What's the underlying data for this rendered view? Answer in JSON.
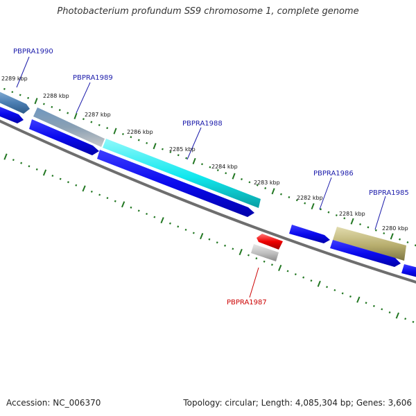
{
  "title": "Photobacterium profundum SS9 chromosome 1, complete genome",
  "footer": {
    "accession": "Accession: NC_006370",
    "summary": "Topology: circular; Length: 4,085,304 bp; Genes: 3,606"
  },
  "colors": {
    "backbone": "#777777",
    "tick": "#227722",
    "label_blue": "#1a1aaa",
    "label_red": "#cc0000",
    "cds": "#0a0aee",
    "highlight_cyan": "#11e8ee",
    "highlight_steel": "#4c7fb4",
    "highlight_olive": "#b8ae6e",
    "highlight_gray": "#bdbdbd",
    "highlight_red": "#ee0000"
  },
  "tick_labels": [
    "2289 kbp",
    "2288 kbp",
    "2287 kbp",
    "2286 kbp",
    "2285 kbp",
    "2284 kbp",
    "2283 kbp",
    "2282 kbp",
    "2281 kbp",
    "2280 kbp"
  ],
  "genes": [
    {
      "label": "PBPRA1990",
      "color": "blue"
    },
    {
      "label": "PBPRA1989",
      "color": "blue"
    },
    {
      "label": "PBPRA1988",
      "color": "blue"
    },
    {
      "label": "PBPRA1986",
      "color": "blue"
    },
    {
      "label": "PBPRA1985",
      "color": "blue"
    },
    {
      "label": "PBPRA1987",
      "color": "red"
    }
  ]
}
